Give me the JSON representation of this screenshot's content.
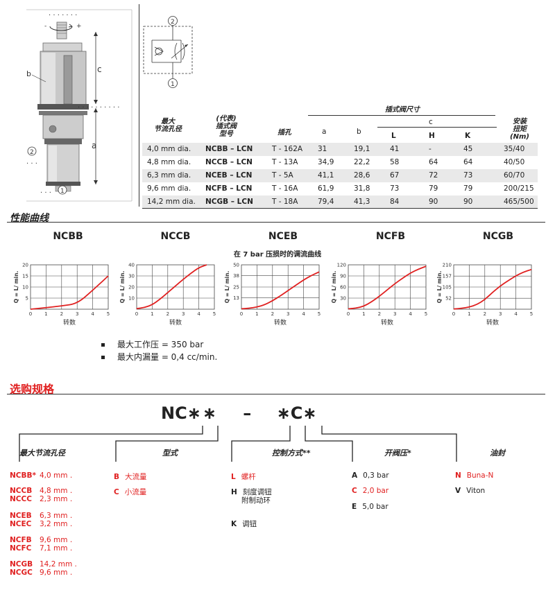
{
  "drawing": {
    "labels": {
      "b": "b",
      "c": "c",
      "a": "a",
      "port2": "2",
      "port1": "1",
      "minus": "-",
      "plus": "+"
    }
  },
  "schematic": {
    "port_top": "2",
    "port_bottom": "1"
  },
  "table": {
    "headers": {
      "max_flow_bore": "最大\n节流孔径",
      "model": "(代表)\n插式阀\n型号",
      "cavity": "插孔",
      "size_group": "插式阀尺寸",
      "a": "a",
      "b": "b",
      "c": "c",
      "L": "L",
      "H": "H",
      "K": "K",
      "torque": "安装\n扭矩\n(Nm)"
    },
    "rows": [
      {
        "dia": "4,0 mm dia.",
        "model": "NCBB – LCN",
        "cavity": "T  -  162A",
        "a": "31",
        "b": "19,1",
        "L": "41",
        "H": "-",
        "K": "45",
        "torque": "35/40"
      },
      {
        "dia": "4,8 mm dia.",
        "model": "NCCB – LCN",
        "cavity": "T  -  13A",
        "a": "34,9",
        "b": "22,2",
        "L": "58",
        "H": "64",
        "K": "64",
        "torque": "40/50"
      },
      {
        "dia": "6,3 mm dia.",
        "model": "NCEB – LCN",
        "cavity": "T  -  5A",
        "a": "41,1",
        "b": "28,6",
        "L": "67",
        "H": "72",
        "K": "73",
        "torque": "60/70"
      },
      {
        "dia": "9,6 mm dia.",
        "model": "NCFB – LCN",
        "cavity": "T  -  16A",
        "a": "61,9",
        "b": "31,8",
        "L": "73",
        "H": "79",
        "K": "79",
        "torque": "200/215"
      },
      {
        "dia": "14,2 mm dia.",
        "model": "NCGB – LCN",
        "cavity": "T  -  18A",
        "a": "79,4",
        "b": "41,3",
        "L": "84",
        "H": "90",
        "K": "90",
        "torque": "465/500"
      }
    ]
  },
  "performance": {
    "section_title": "性能曲线",
    "subtitle": "在 7 bar 压损时的调流曲线",
    "y_label": "Q = L/  min.",
    "x_label": "转数"
  },
  "chart_data": [
    {
      "type": "line",
      "title": "NCBB",
      "xlabel": "转数",
      "ylabel": "Q = L/  min.",
      "xlim": [
        0,
        5
      ],
      "ylim": [
        0,
        20
      ],
      "x_ticks": [
        "0",
        "1",
        "2",
        "3",
        "4",
        "5"
      ],
      "y_ticks": [
        "5",
        "10",
        "15",
        "20"
      ],
      "grid": true,
      "series": [
        {
          "x": [
            0,
            1,
            2,
            3,
            4,
            5
          ],
          "y": [
            0,
            0.7,
            1.5,
            2.5,
            8.5,
            15
          ]
        }
      ]
    },
    {
      "type": "line",
      "title": "NCCB",
      "xlabel": "转数",
      "ylabel": "Q = L/  min.",
      "xlim": [
        0,
        5
      ],
      "ylim": [
        0,
        40
      ],
      "x_ticks": [
        "0",
        "1",
        "2",
        "3",
        "4",
        "5"
      ],
      "y_ticks": [
        "10",
        "20",
        "30",
        "40"
      ],
      "grid": true,
      "series": [
        {
          "x": [
            0,
            0.5,
            1,
            1.5,
            2,
            2.5,
            3,
            3.5,
            4,
            4.5
          ],
          "y": [
            0.5,
            1.5,
            4,
            9,
            15,
            21,
            27,
            32.5,
            37.5,
            40
          ]
        }
      ]
    },
    {
      "type": "line",
      "title": "NCEB",
      "xlabel": "转数",
      "ylabel": "Q = L/  min.",
      "xlim": [
        0,
        5
      ],
      "ylim": [
        0,
        50
      ],
      "x_ticks": [
        "0",
        "1",
        "2",
        "3",
        "4",
        "5"
      ],
      "y_ticks": [
        "13",
        "25",
        "38",
        "50"
      ],
      "grid": true,
      "series": [
        {
          "x": [
            0,
            0.5,
            1,
            1.5,
            2,
            2.5,
            3,
            3.5,
            4,
            4.5,
            5
          ],
          "y": [
            0.5,
            1,
            2.5,
            5,
            9.5,
            15,
            21,
            27,
            33,
            38,
            42
          ]
        }
      ]
    },
    {
      "type": "line",
      "title": "NCFB",
      "xlabel": "转数",
      "ylabel": "Q = L/  min.",
      "xlim": [
        0,
        5
      ],
      "ylim": [
        0,
        120
      ],
      "x_ticks": [
        "0",
        "1",
        "2",
        "3",
        "4",
        "5"
      ],
      "y_ticks": [
        "30",
        "60",
        "90",
        "120"
      ],
      "grid": true,
      "series": [
        {
          "x": [
            0,
            0.5,
            1,
            1.5,
            2,
            2.5,
            3,
            3.5,
            4,
            4.5,
            5
          ],
          "y": [
            1,
            3,
            8,
            20,
            35,
            52,
            69,
            84,
            98,
            108,
            116
          ]
        }
      ]
    },
    {
      "type": "line",
      "title": "NCGB",
      "xlabel": "转数",
      "ylabel": "Q = L/  min.",
      "xlim": [
        0,
        5
      ],
      "ylim": [
        0,
        210
      ],
      "x_ticks": [
        "0",
        "1",
        "2",
        "3",
        "4",
        "5"
      ],
      "y_ticks": [
        "52",
        "105",
        "157",
        "210"
      ],
      "grid": true,
      "series": [
        {
          "x": [
            0,
            0.5,
            1,
            1.5,
            2,
            2.5,
            3,
            3.5,
            4,
            4.5,
            5
          ],
          "y": [
            1,
            4,
            10,
            22,
            45,
            80,
            110,
            135,
            158,
            176,
            188
          ]
        }
      ]
    }
  ],
  "specs": [
    "最大工作压 = 350 bar",
    "最大内漏量 = 0,4 cc/min."
  ],
  "ordering": {
    "section_title": "选购规格",
    "code": {
      "p1": "NC",
      "p2": "∗∗",
      "dash": "–",
      "p3": "∗",
      "p4": "C",
      "p5": "∗"
    },
    "col_headers": {
      "bore": "最大节流孔径",
      "type": "型式",
      "control": "控制方式**",
      "crack": "开阀压*",
      "seal": "油封"
    },
    "bore_options": [
      {
        "code": "NCBB*",
        "size": "4,0 mm ."
      },
      {
        "code": "NCCB",
        "size": "4,8 mm ."
      },
      {
        "code": "NCCC",
        "size": "2,3 mm ."
      },
      {
        "code": "NCEB",
        "size": "6,3 mm ."
      },
      {
        "code": "NCEC",
        "size": "3,2 mm ."
      },
      {
        "code": "NCFB",
        "size": "9,6 mm ."
      },
      {
        "code": "NCFC",
        "size": "7,1 mm ."
      },
      {
        "code": "NCGB",
        "size": "14,2 mm ."
      },
      {
        "code": "NCGC",
        "size": "9,6 mm ."
      }
    ],
    "type_options": [
      {
        "code": "B",
        "label": "大流量"
      },
      {
        "code": "C",
        "label": "小流量"
      }
    ],
    "control_options": [
      {
        "code": "L",
        "label": "螺杆"
      },
      {
        "code": "H",
        "label": "刻度调钮",
        "label2": "附制动环"
      },
      {
        "code": "K",
        "label": "调钮"
      }
    ],
    "crack_options": [
      {
        "code": "A",
        "label": "0,3 bar"
      },
      {
        "code": "C",
        "label": "2,0 bar"
      },
      {
        "code": "E",
        "label": "5,0 bar"
      }
    ],
    "seal_options": [
      {
        "code": "N",
        "label": "Buna-N"
      },
      {
        "code": "V",
        "label": "Viton"
      }
    ],
    "colors": {
      "accent": "#e02020",
      "text": "#222222"
    }
  }
}
